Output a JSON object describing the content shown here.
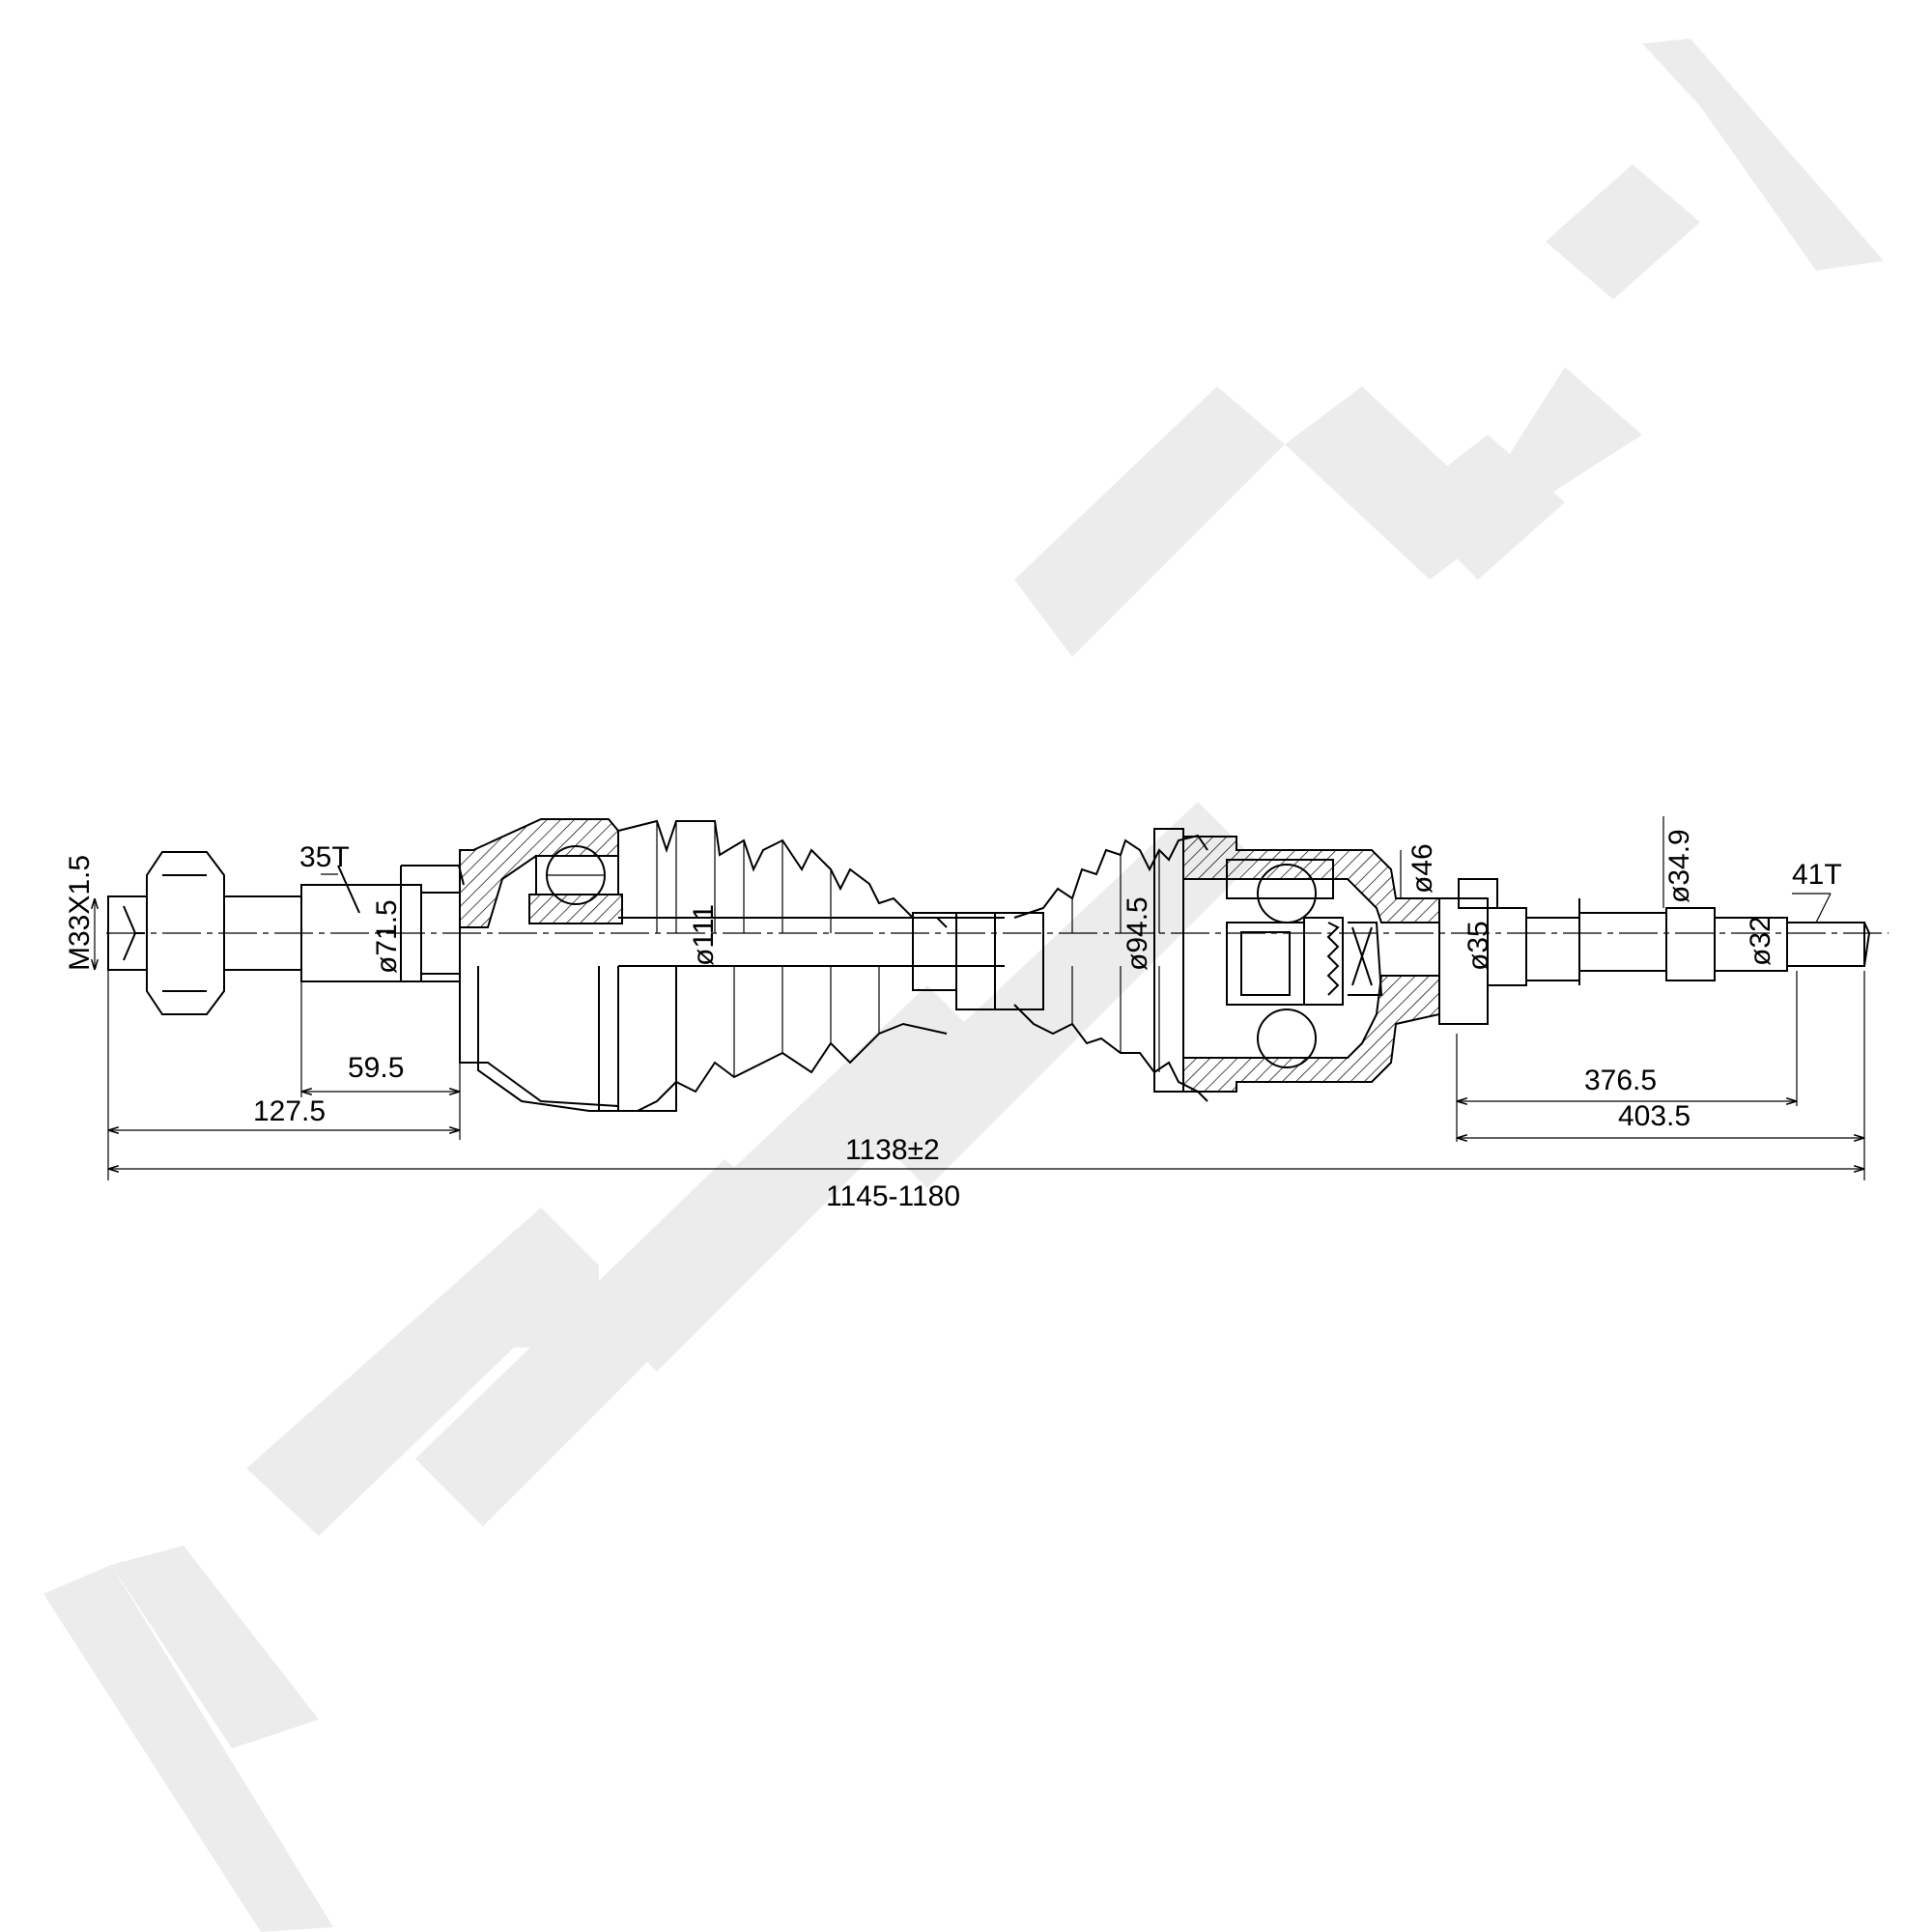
{
  "watermark": {
    "text": "ZENNEK",
    "color": "#ececec"
  },
  "part_labels": {
    "thread": "M33X1.5",
    "spline_outer": "35T",
    "spline_inner": "41T"
  },
  "diameters": {
    "d_71_5": "ø71.5",
    "d_111": "ø111",
    "d_94_5": "ø94.5",
    "d_46": "ø46",
    "d_35": "ø35",
    "d_34_9": "ø34.9",
    "d_32": "ø32"
  },
  "lengths": {
    "l_59_5": "59.5",
    "l_127_5": "127.5",
    "l_376_5": "376.5",
    "l_403_5": "403.5",
    "overall": "1138±2",
    "range": "1145-1180"
  }
}
